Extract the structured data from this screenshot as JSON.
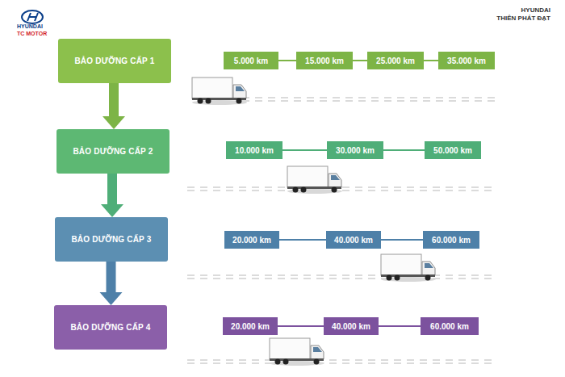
{
  "diagram": {
    "nodes": [
      {
        "text": [
          "BẢO DƯỠNG CẤP 1"
        ]
      },
      {
        "text": [
          "5.000 km"
        ]
      },
      {
        "text": [
          "15.000 km"
        ]
      },
      {
        "text": [
          "25.000 km"
        ]
      },
      {
        "text": [
          "35.000 km"
        ]
      },
      {
        "text": [
          "BẢO DƯỠNG CẤP 2"
        ]
      },
      {
        "text": [
          "10.000 km"
        ]
      },
      {
        "text": [
          "30.000 km"
        ]
      },
      {
        "text": [
          "50.000 km"
        ]
      },
      {
        "text": [
          "BẢO DƯỠNG CẤP 3"
        ]
      },
      {
        "text": [
          "20.000 km"
        ]
      },
      {
        "text": [
          "40.000 km"
        ]
      },
      {
        "text": [
          "60.000 km"
        ]
      },
      {
        "text": [
          "BẢO DƯỠNG CẤP 4"
        ]
      },
      {
        "text": [
          "20.000 km"
        ]
      },
      {
        "text": [
          "40.000 km"
        ]
      },
      {
        "text": [
          "60.000 km"
        ]
      }
    ],
    "edges": [
      {
        "from": 0,
        "to": 5,
        "arrow": "to"
      },
      {
        "from": 5,
        "to": 9,
        "arrow": "to"
      },
      {
        "from": 9,
        "to": 13,
        "arrow": "to"
      },
      {
        "from": 1,
        "to": 2,
        "arrow": "none"
      },
      {
        "from": 2,
        "to": 3,
        "arrow": "none"
      },
      {
        "from": 3,
        "to": 4,
        "arrow": "none"
      },
      {
        "from": 6,
        "to": 7,
        "arrow": "none"
      },
      {
        "from": 7,
        "to": 8,
        "arrow": "none"
      },
      {
        "from": 10,
        "to": 11,
        "arrow": "none"
      },
      {
        "from": 11,
        "to": 12,
        "arrow": "none"
      },
      {
        "from": 14,
        "to": 15,
        "arrow": "none"
      },
      {
        "from": 15,
        "to": 16,
        "arrow": "none"
      }
    ],
    "labels": [
      "HYUNDAI",
      "TC MOTOR",
      "HYUNDAI",
      "THIÊN PHÁT ĐẠT"
    ]
  }
}
